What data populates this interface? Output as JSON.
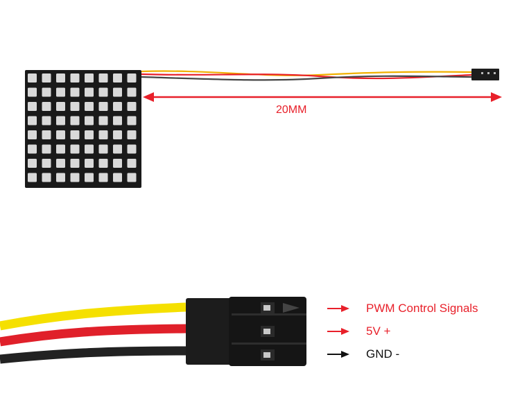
{
  "dimension": {
    "label": "20MM",
    "color": "#e8202a"
  },
  "matrix": {
    "rows": 8,
    "cols": 8,
    "board_color": "#1a1a1a",
    "led_color": "#d9d9d9"
  },
  "wires": {
    "signal_color": "#f5e000",
    "power_color": "#e8202a",
    "ground_color": "#222222"
  },
  "pins": [
    {
      "label": "PWM Control Signals",
      "color": "#e8202a",
      "arrow_color": "#e8202a"
    },
    {
      "label": "5V +",
      "color": "#e8202a",
      "arrow_color": "#e8202a"
    },
    {
      "label": "GND -",
      "color": "#111111",
      "arrow_color": "#111111"
    }
  ]
}
